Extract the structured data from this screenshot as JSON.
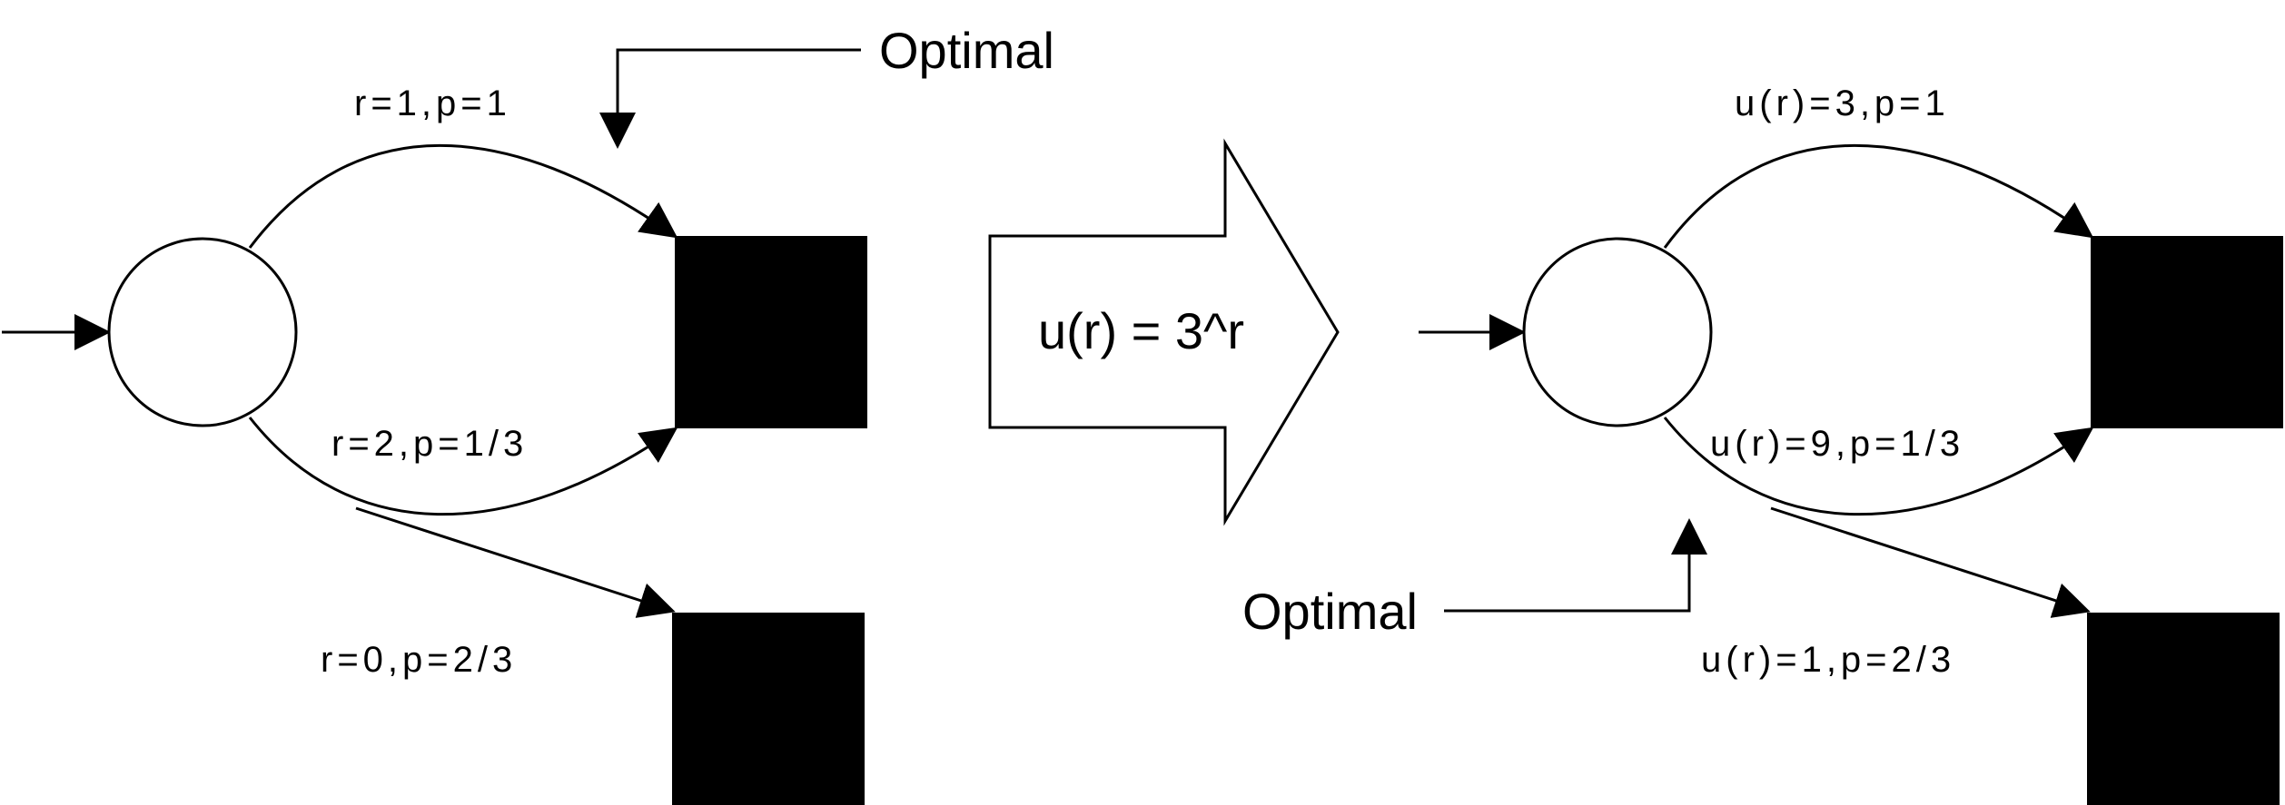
{
  "left_mdp": {
    "edge_labels": [
      "r=1,p=1",
      "r=2,p=1/3",
      "r=0,p=2/3"
    ],
    "optimal_label": "Optimal"
  },
  "transform": {
    "label": "u(r) = 3^r"
  },
  "right_mdp": {
    "edge_labels": [
      "u(r)=3,p=1",
      "u(r)=9,p=1/3",
      "u(r)=1,p=2/3"
    ],
    "optimal_label": "Optimal"
  },
  "colors": {
    "ink": "#000000",
    "background": "#ffffff"
  }
}
